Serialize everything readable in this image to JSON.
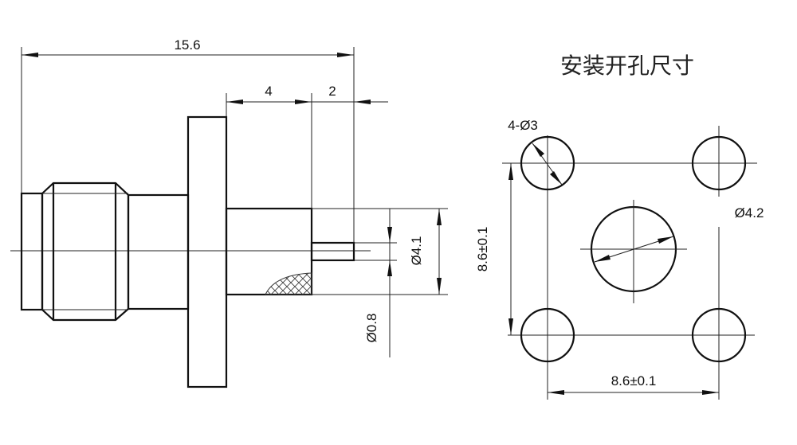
{
  "side_view": {
    "dim_overall_length": "15.6",
    "dim_body_length": "4",
    "dim_pin_length": "2",
    "dim_body_diameter": "Ø4.1",
    "dim_pin_diameter": "Ø0.8"
  },
  "mounting_cutout": {
    "title": "安装开孔尺寸",
    "dim_corner_holes": "4-Ø3",
    "dim_center_hole": "Ø4.2",
    "dim_vertical_spacing": "8.6±0.1",
    "dim_horizontal_spacing": "8.6±0.1"
  }
}
